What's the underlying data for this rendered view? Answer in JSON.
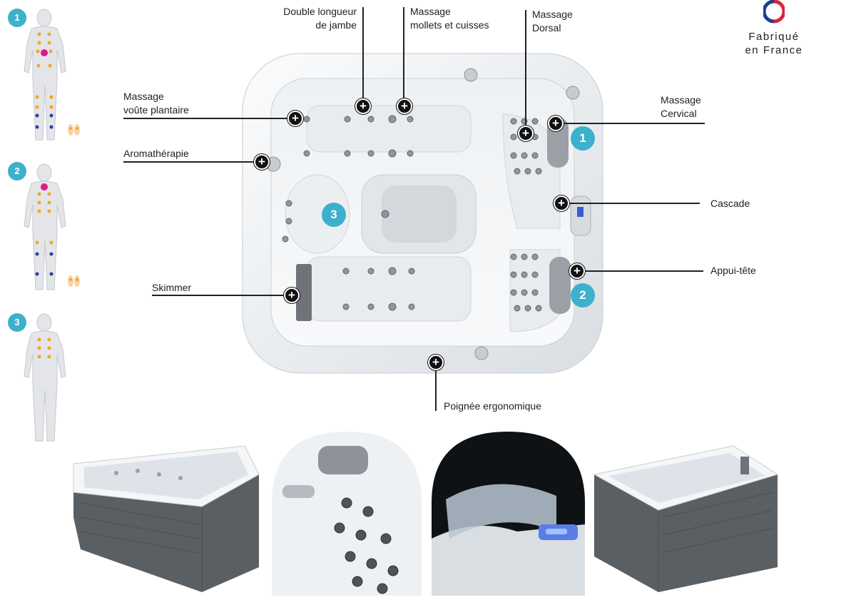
{
  "brand": {
    "made_in_line1": "Fabriqué",
    "made_in_line2": "en France",
    "flag_colors": [
      "#1d3f8f",
      "#ffffff",
      "#d7263d"
    ]
  },
  "zones": [
    "1",
    "2",
    "3"
  ],
  "labels": {
    "double_longueur_1": "Double longueur",
    "double_longueur_2": "de jambe",
    "mollets_1": "Massage",
    "mollets_2": "mollets et cuisses",
    "dorsal_1": "Massage",
    "dorsal_2": "Dorsal",
    "cervical_1": "Massage",
    "cervical_2": "Cervical",
    "voute_1": "Massage",
    "voute_2": "voûte plantaire",
    "aromatherapie": "Aromathérapie",
    "cascade": "Cascade",
    "appui_tete": "Appui-tête",
    "skimmer": "Skimmer",
    "poignee": "Poignée ergonomique"
  },
  "colors": {
    "accent_zone": "#3db0cc",
    "jet_dot_orange": "#f5a623",
    "jet_dot_blue": "#2b3fa0",
    "jet_dot_magenta": "#e0198a",
    "cabinet_gray": "#5a5f63",
    "shell_white": "#f4f6f8"
  },
  "icons": {
    "hotspot": "plus-circle-icon",
    "flag": "french-flag-icon"
  }
}
